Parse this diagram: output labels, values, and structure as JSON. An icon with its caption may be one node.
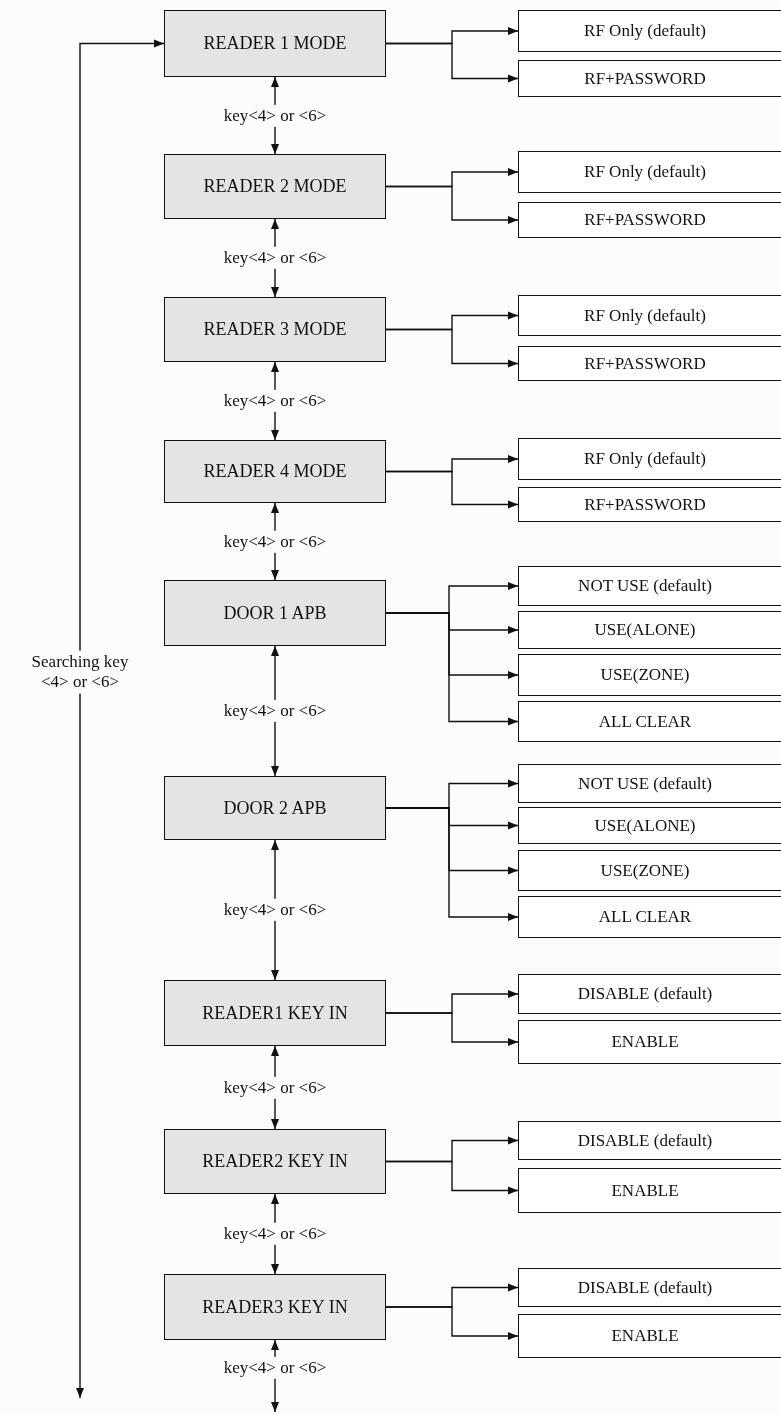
{
  "diagram": {
    "nodes": [
      {
        "text": [
          "READER 1 MODE"
        ]
      },
      {
        "text": [
          "RF Only (default)"
        ]
      },
      {
        "text": [
          "RF+PASSWORD"
        ]
      },
      {
        "text": [
          "READER 2 MODE"
        ]
      },
      {
        "text": [
          "RF Only (default)"
        ]
      },
      {
        "text": [
          "RF+PASSWORD"
        ]
      },
      {
        "text": [
          "READER 3 MODE"
        ]
      },
      {
        "text": [
          "RF Only (default)"
        ]
      },
      {
        "text": [
          "RF+PASSWORD"
        ]
      },
      {
        "text": [
          "READER 4 MODE"
        ]
      },
      {
        "text": [
          "RF Only (default)"
        ]
      },
      {
        "text": [
          "RF+PASSWORD"
        ]
      },
      {
        "text": [
          "DOOR 1 APB"
        ]
      },
      {
        "text": [
          "NOT USE (default)"
        ]
      },
      {
        "text": [
          "USE(ALONE)"
        ]
      },
      {
        "text": [
          "USE(ZONE)"
        ]
      },
      {
        "text": [
          "ALL CLEAR"
        ]
      },
      {
        "text": [
          "DOOR 2 APB"
        ]
      },
      {
        "text": [
          "NOT USE (default)"
        ]
      },
      {
        "text": [
          "USE(ALONE)"
        ]
      },
      {
        "text": [
          "USE(ZONE)"
        ]
      },
      {
        "text": [
          "ALL CLEAR"
        ]
      },
      {
        "text": [
          "READER1 KEY IN"
        ]
      },
      {
        "text": [
          "DISABLE (default)"
        ]
      },
      {
        "text": [
          "ENABLE"
        ]
      },
      {
        "text": [
          "READER2 KEY IN"
        ]
      },
      {
        "text": [
          "DISABLE (default)"
        ]
      },
      {
        "text": [
          "ENABLE"
        ]
      },
      {
        "text": [
          "READER3 KEY IN"
        ]
      },
      {
        "text": [
          "DISABLE (default)"
        ]
      },
      {
        "text": [
          "ENABLE"
        ]
      }
    ],
    "edges": [
      {
        "from": 0,
        "to": 1,
        "arrow": "to"
      },
      {
        "from": 0,
        "to": 2,
        "arrow": "to"
      },
      {
        "from": 3,
        "to": 4,
        "arrow": "to"
      },
      {
        "from": 3,
        "to": 5,
        "arrow": "to"
      },
      {
        "from": 6,
        "to": 7,
        "arrow": "to"
      },
      {
        "from": 6,
        "to": 8,
        "arrow": "to"
      },
      {
        "from": 9,
        "to": 10,
        "arrow": "to"
      },
      {
        "from": 9,
        "to": 11,
        "arrow": "to"
      },
      {
        "from": 12,
        "to": 13,
        "arrow": "to"
      },
      {
        "from": 12,
        "to": 14,
        "arrow": "to"
      },
      {
        "from": 12,
        "to": 15,
        "arrow": "to"
      },
      {
        "from": 12,
        "to": 16,
        "arrow": "to"
      },
      {
        "from": 17,
        "to": 18,
        "arrow": "to"
      },
      {
        "from": 17,
        "to": 19,
        "arrow": "to"
      },
      {
        "from": 17,
        "to": 20,
        "arrow": "to"
      },
      {
        "from": 17,
        "to": 21,
        "arrow": "to"
      },
      {
        "from": 22,
        "to": 23,
        "arrow": "to"
      },
      {
        "from": 22,
        "to": 24,
        "arrow": "to"
      },
      {
        "from": 25,
        "to": 26,
        "arrow": "to"
      },
      {
        "from": 25,
        "to": 27,
        "arrow": "to"
      },
      {
        "from": 28,
        "to": 29,
        "arrow": "to"
      },
      {
        "from": 28,
        "to": 30,
        "arrow": "to"
      },
      {
        "from": 0,
        "to": 3,
        "arrow": "both",
        "label": "key<4> or <6>"
      },
      {
        "from": 3,
        "to": 6,
        "arrow": "both",
        "label": "key<4> or <6>"
      },
      {
        "from": 6,
        "to": 9,
        "arrow": "both",
        "label": "key<4> or <6>"
      },
      {
        "from": 9,
        "to": 12,
        "arrow": "both",
        "label": "key<4> or <6>"
      },
      {
        "from": 12,
        "to": 17,
        "arrow": "both",
        "label": "key<4> or <6>"
      },
      {
        "from": 17,
        "to": 22,
        "arrow": "both",
        "label": "key<4> or <6>"
      },
      {
        "from": 22,
        "to": 25,
        "arrow": "both",
        "label": "key<4> or <6>"
      },
      {
        "from": 25,
        "to": 28,
        "arrow": "both",
        "label": "key<4> or <6>"
      },
      {
        "from": 28,
        "to": null,
        "arrow": "both",
        "label": "key<4> or <6>"
      },
      {
        "from": null,
        "to": 0,
        "arrow": "both",
        "label": "Searching key <4> or <6>"
      }
    ]
  }
}
